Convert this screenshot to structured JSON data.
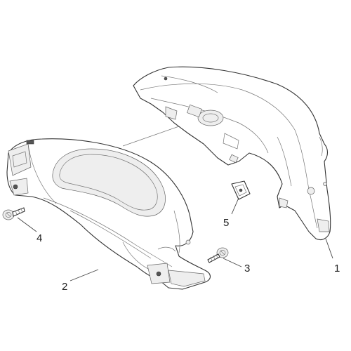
{
  "diagram": {
    "parts": [
      {
        "id": "rear-cover",
        "callout": "1"
      },
      {
        "id": "front-cover",
        "callout": "2"
      },
      {
        "id": "screw-right",
        "callout": "3"
      },
      {
        "id": "screw-left",
        "callout": "4"
      },
      {
        "id": "clip-nut",
        "callout": "5"
      }
    ],
    "colors": {
      "line": "#333333",
      "background": "#ffffff"
    }
  }
}
